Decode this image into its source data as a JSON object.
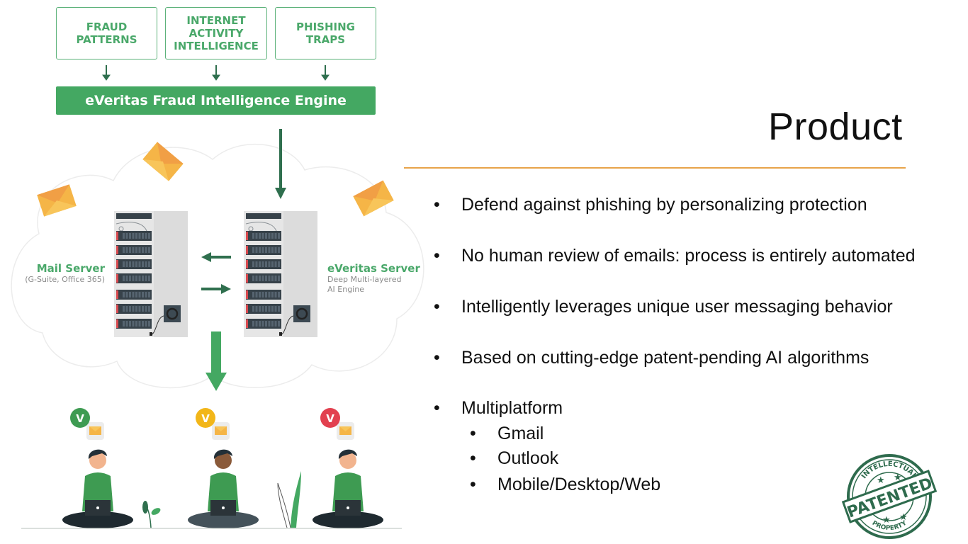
{
  "diagram": {
    "sources": [
      {
        "label_lines": [
          "FRAUD",
          "PATTERNS"
        ]
      },
      {
        "label_lines": [
          "INTERNET",
          "ACTIVITY",
          "INTELLIGENCE"
        ]
      },
      {
        "label_lines": [
          "PHISHING",
          "TRAPS"
        ]
      }
    ],
    "engine_label": "eVeritas Fraud Intelligence Engine",
    "mail_server": {
      "title": "Mail Server",
      "subtitle": "(G-Suite, Office 365)"
    },
    "everitas_server": {
      "title": "eVeritas Server",
      "subtitle_lines": [
        "Deep Multi-layered",
        "AI Engine"
      ]
    },
    "users": [
      {
        "status": "green",
        "badge": "V",
        "color": "#3e9b52"
      },
      {
        "status": "yellow",
        "badge": "V",
        "color": "#f2b619"
      },
      {
        "status": "red",
        "badge": "V",
        "color": "#e2404f"
      }
    ],
    "colors": {
      "green": "#44a862",
      "dark_green": "#2f6f4e",
      "envelope": "#f5b547",
      "orange_rule": "#e8a44a"
    }
  },
  "slide": {
    "title": "Product",
    "bullets": [
      "Defend against phishing by personalizing protection",
      "No human review of emails: process is entirely automated",
      "Intelligently leverages unique user messaging behavior",
      "Based on cutting-edge patent-pending AI algorithms",
      "Multiplatform"
    ],
    "sub_bullets": [
      "Gmail",
      "Outlook",
      "Mobile/Desktop/Web"
    ],
    "bullet_glyph": "•"
  },
  "stamp": {
    "main": "PATENTED",
    "top_arc": "INTELLECTUAL",
    "bottom_arc": "PROPERTY",
    "color": "#2e6b4d"
  }
}
